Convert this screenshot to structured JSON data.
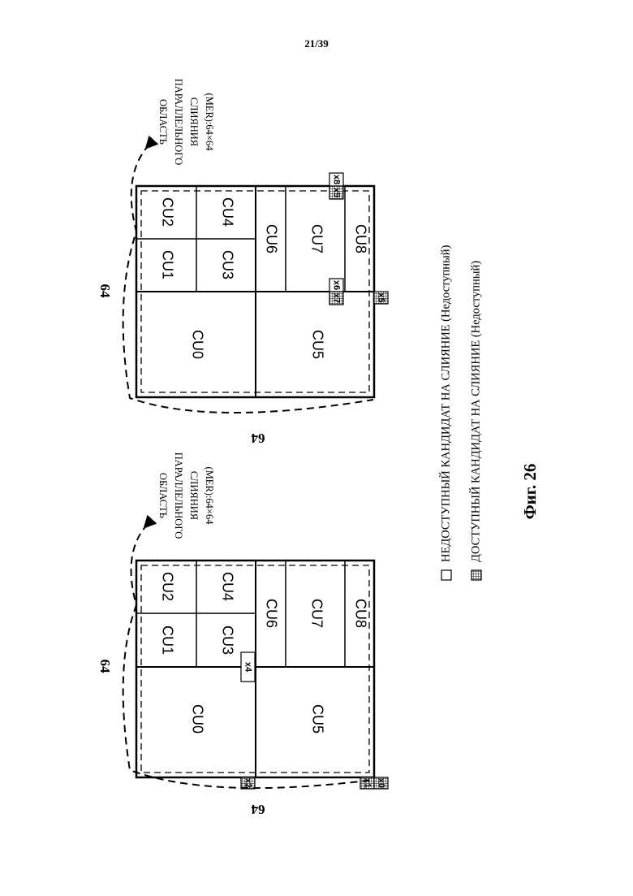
{
  "page_number": "21/39",
  "figure_caption": "Фиг. 26",
  "left_diagram": {
    "size_top": "64",
    "size_bottom": "64",
    "mer_label": [
      "ОБЛАСТЬ",
      "ПАРАЛЛЕЛЬНОГО",
      "СЛИЯНИЯ",
      "(MER):64×64"
    ],
    "cus": [
      "CU0",
      "CU1",
      "CU2",
      "CU3",
      "CU4",
      "CU5",
      "CU6",
      "CU7",
      "CU8"
    ],
    "candidates": {
      "x4": "x4",
      "x2": "x2",
      "x1": "x1",
      "x0": "x0"
    }
  },
  "right_diagram": {
    "size_top": "64",
    "size_bottom": "64",
    "mer_label": [
      "ОБЛАСТЬ",
      "ПАРАЛЛЕЛЬНОГО",
      "СЛИЯНИЯ",
      "(MER):64×64"
    ],
    "cus": [
      "CU0",
      "CU1",
      "CU2",
      "CU3",
      "CU4",
      "CU5",
      "CU6",
      "CU7",
      "CU8"
    ],
    "candidates": {
      "x8": "x8",
      "x9": "x9",
      "x6": "x6",
      "x7": "x7",
      "x5": "x5"
    }
  },
  "legend": {
    "unavailable": "НЕДОСТУПНЫЙ КАНДИДАТ НА СЛИЯНИЕ (Недоступный)",
    "available": "ДОСТУПНЫЙ КАНДИДАТ НА СЛИЯНИЕ (Недоступный)"
  }
}
